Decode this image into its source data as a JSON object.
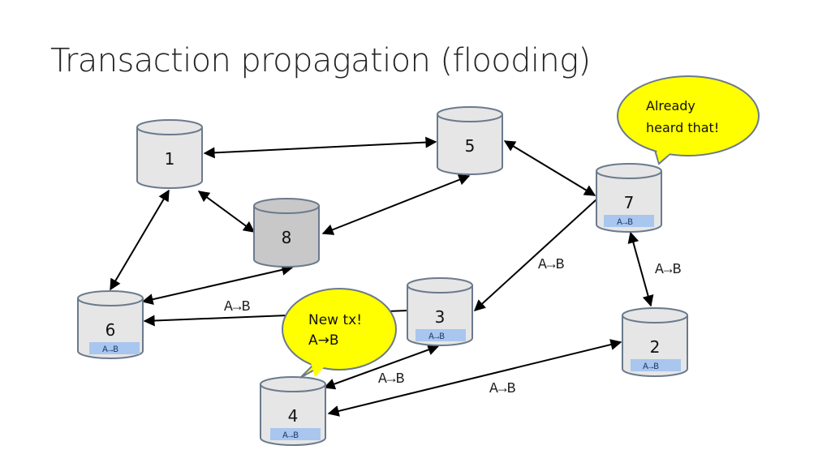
{
  "slide": {
    "title": "Transaction propagation (flooding)"
  },
  "nodes": [
    {
      "id": "1",
      "label": "1",
      "tag": ""
    },
    {
      "id": "5",
      "label": "5",
      "tag": ""
    },
    {
      "id": "7",
      "label": "7",
      "tag": "A→B"
    },
    {
      "id": "8",
      "label": "8",
      "tag": ""
    },
    {
      "id": "6",
      "label": "6",
      "tag": "A→B"
    },
    {
      "id": "3",
      "label": "3",
      "tag": "A→B"
    },
    {
      "id": "2",
      "label": "2",
      "tag": "A→B"
    },
    {
      "id": "4",
      "label": "4",
      "tag": "A→B"
    }
  ],
  "edge_labels": {
    "e_7_3": "A→B",
    "e_7_2": "A→B",
    "e_3_6": "A→B",
    "e_4_3": "A→B",
    "e_4_2": "A→B"
  },
  "callouts": {
    "new_tx_line1": "New tx!",
    "new_tx_line2": "A→B",
    "already_line1": "Already",
    "already_line2": "heard that!"
  },
  "colors": {
    "node_fill": "#e6e6e6",
    "node_fill_dark": "#c8c8c8",
    "node_stroke": "#6b7a8c",
    "tag_fill": "#a9c6ee",
    "bubble_fill": "#ffff00",
    "bubble_stroke": "#6b7a8c"
  }
}
